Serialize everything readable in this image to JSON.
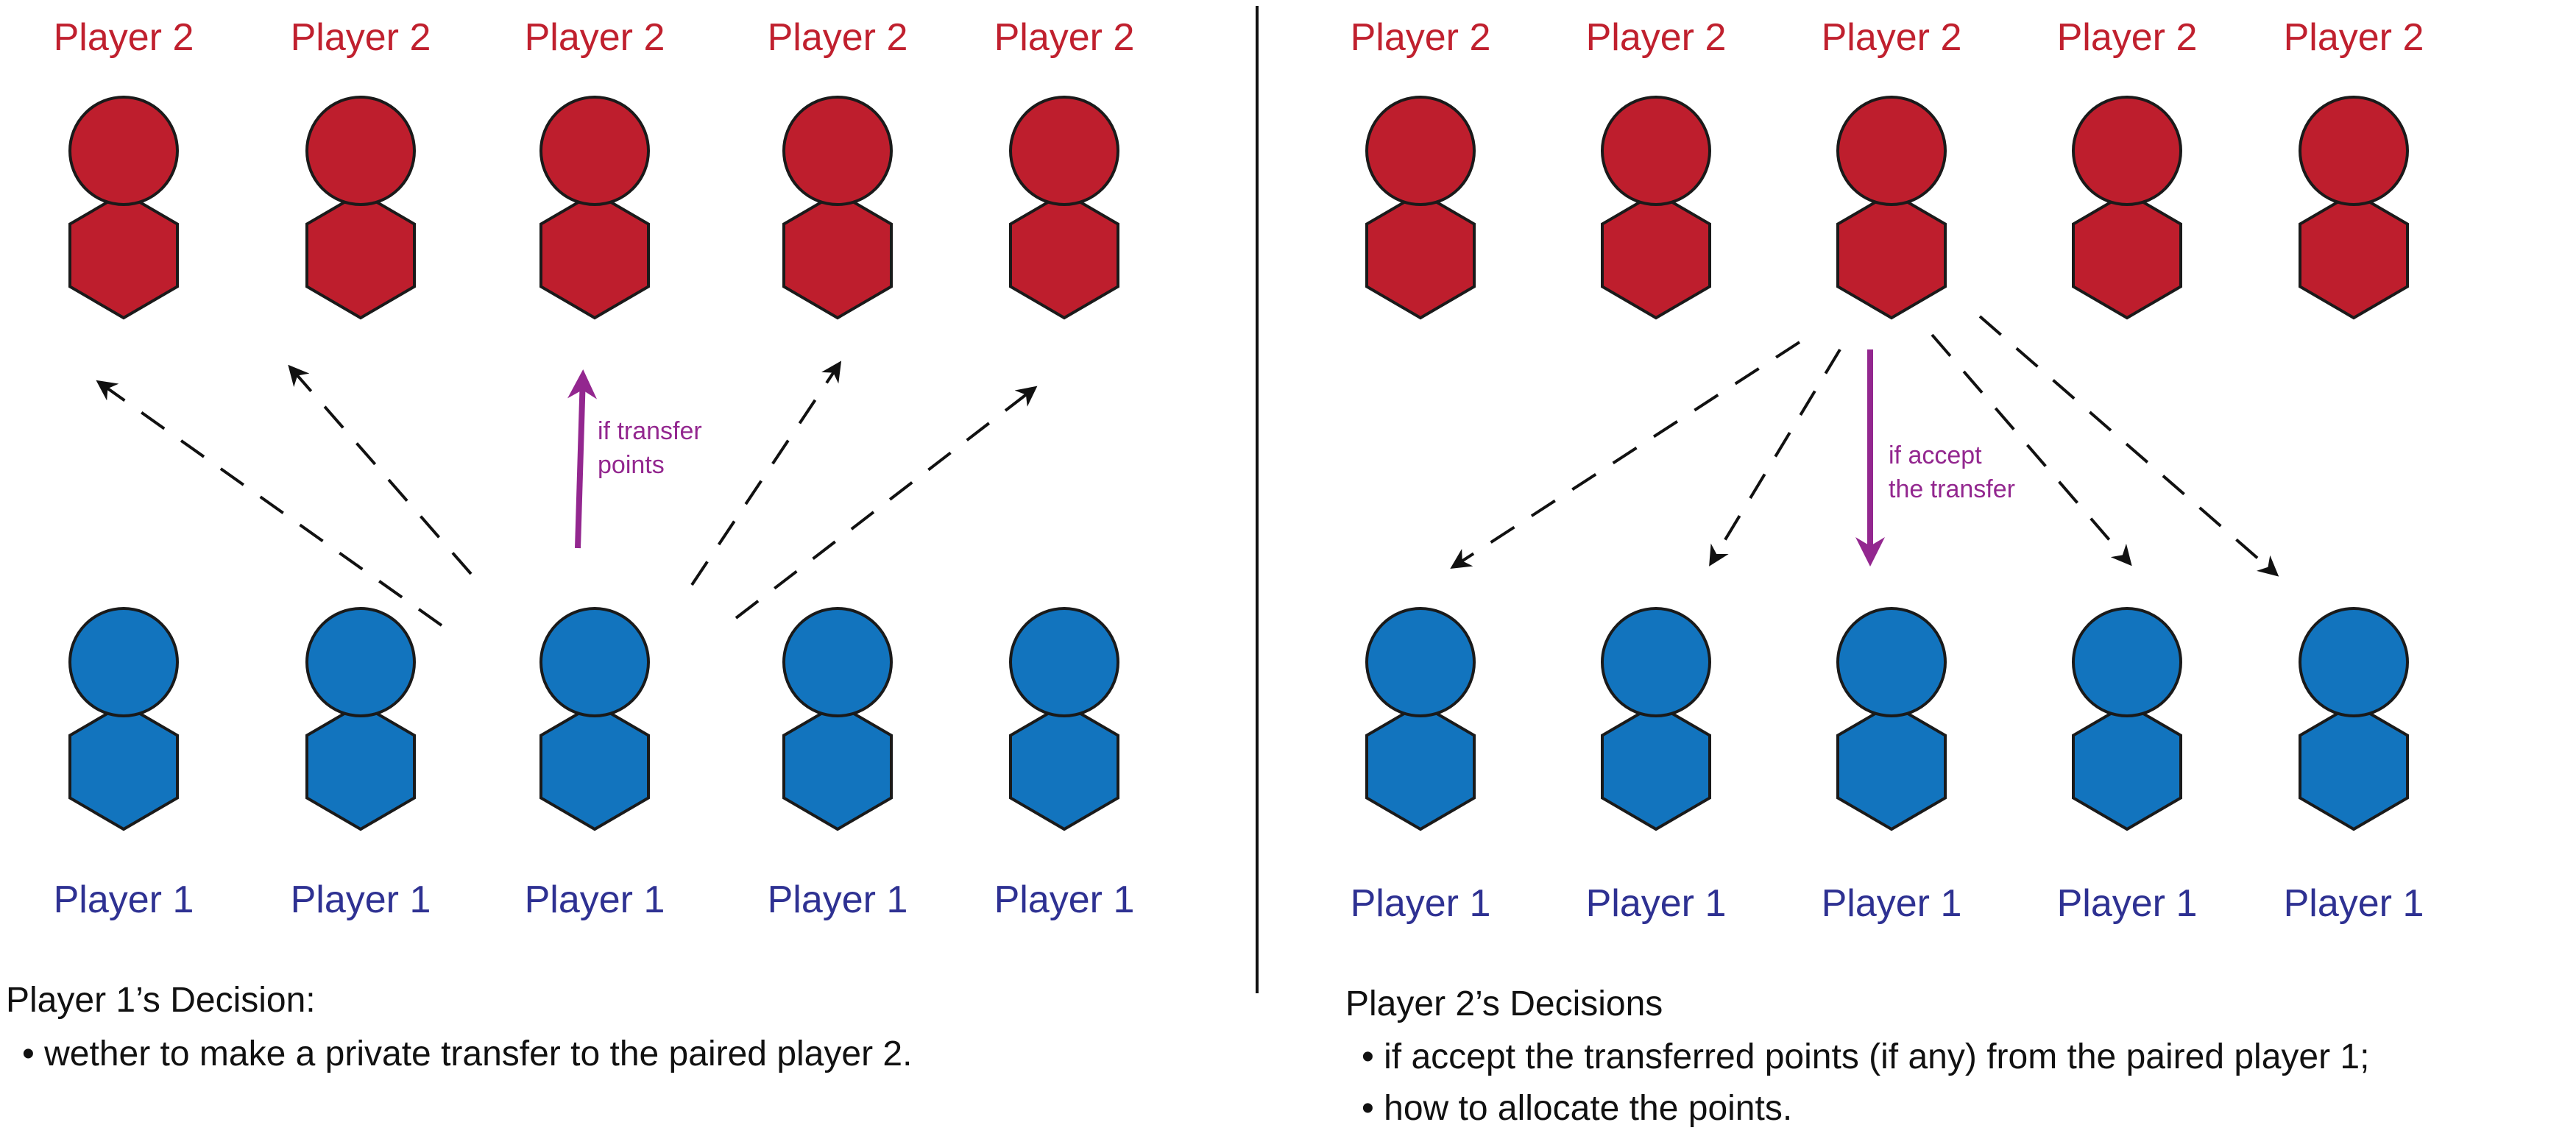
{
  "colors": {
    "player2": "#BE1E2D",
    "player1": "#1274BE",
    "player2_text": "#C0202E",
    "player1_text": "#2E3192",
    "accent_arrow": "#93278F",
    "outline": "#1a1a1a",
    "dashed_arrow": "#111111",
    "caption_text": "#111111"
  },
  "left_panel": {
    "player2_labels": [
      "Player 2",
      "Player 2",
      "Player 2",
      "Player 2",
      "Player 2"
    ],
    "player1_labels": [
      "Player 1",
      "Player 1",
      "Player 1",
      "Player 1",
      "Player 1"
    ],
    "highlight_arrow_note": [
      "if transfer",
      "points"
    ],
    "caption": {
      "title": "Player 1’s Decision:",
      "bullets": [
        "• wether to make a private transfer to the paired player 2."
      ]
    }
  },
  "right_panel": {
    "player2_labels": [
      "Player 2",
      "Player 2",
      "Player 2",
      "Player 2",
      "Player 2"
    ],
    "player1_labels": [
      "Player 1",
      "Player 1",
      "Player 1",
      "Player 1",
      "Player 1"
    ],
    "highlight_arrow_note": [
      "if accept",
      "the transfer"
    ],
    "caption": {
      "title": "Player 2’s Decisions",
      "bullets": [
        "• if accept the transferred points (if any) from the paired player 1;",
        "• how to allocate the points."
      ]
    }
  }
}
